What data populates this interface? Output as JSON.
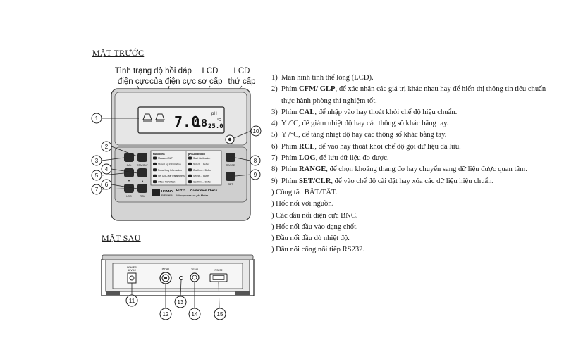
{
  "front": {
    "heading": "MẶT TRƯỚC",
    "labels": {
      "electrode_status": [
        "Tình trạng",
        "điện cực"
      ],
      "electrode_response": [
        "độ hồi đáp",
        "của điện cực"
      ],
      "lcd_primary": [
        "LCD",
        "sơ cấp"
      ],
      "lcd_secondary": [
        "LCD",
        "thứ cấp"
      ]
    },
    "lcd_main": "7.0",
    "lcd_main2": "18",
    "lcd_unit": "pH",
    "lcd_sub": "25.0",
    "lcd_sub_unit": "°C",
    "model": "HI 223",
    "brand": "HANNA",
    "brand_sub": "instruments",
    "title_line1": "Calibration Check",
    "title_line2": "Microprocessor pH Meter",
    "panel_left_head": "Functions",
    "panel_right_head": "pH Calibration",
    "panel_left_items": [
      "Measure/GLP",
      "Store Log Information",
      "Recall Log Information",
      "Set Up/Clear Parameters",
      "Offset TC/Offset"
    ],
    "panel_right_items": [
      "Start Calibration",
      "Select ... Buffer",
      "Confirm ... Buffer",
      "Select ... Buffer",
      "Confirm ... Buffer"
    ],
    "key_labels": [
      "CAL",
      "CFM/GLP",
      "▲",
      "▼",
      "LOG",
      "RCL",
      "RANGE",
      "SET"
    ],
    "callouts": [
      "1",
      "2",
      "3",
      "4",
      "5",
      "6",
      "7",
      "8",
      "9",
      "10"
    ]
  },
  "back": {
    "heading": "MẶT SAU",
    "port_labels": [
      "POWER",
      "12VDC",
      "INPUT",
      "TEMP",
      "RS232"
    ],
    "callouts": [
      "11",
      "12",
      "13",
      "14",
      "15"
    ]
  },
  "list": [
    {
      "n": "1)",
      "parts": [
        {
          "t": "Màn hình tinh thể lỏng (LCD).",
          "b": false
        }
      ]
    },
    {
      "n": "2)",
      "parts": [
        {
          "t": "Phím ",
          "b": false
        },
        {
          "t": "CFM/ GLP",
          "b": true
        },
        {
          "t": ", để xác nhận các giá trị khác nhau hay để hiển thị thông tin tiêu chuẩn thực hành phòng thí nghiệm tốt.",
          "b": false
        }
      ]
    },
    {
      "n": "3)",
      "parts": [
        {
          "t": "Phím ",
          "b": false
        },
        {
          "t": "CAL",
          "b": true
        },
        {
          "t": ", để nhập vào hay thoát khỏi chế độ hiệu chuẩn.",
          "b": false
        }
      ]
    },
    {
      "n": "4)",
      "parts": [
        {
          "t": "Y /°C, để giảm nhiệt độ hay các thông số khác bằng tay.",
          "b": false
        }
      ]
    },
    {
      "n": "5)",
      "parts": [
        {
          "t": "Y /°C, để tăng nhiệt độ hay các thông số khác bằng tay.",
          "b": false
        }
      ]
    },
    {
      "n": "6)",
      "parts": [
        {
          "t": "Phím ",
          "b": false
        },
        {
          "t": "RCL",
          "b": true
        },
        {
          "t": ", để vào hay thoát khỏi chế độ gọi dữ liệu đã lưu.",
          "b": false
        }
      ]
    },
    {
      "n": "7)",
      "parts": [
        {
          "t": "Phím ",
          "b": false
        },
        {
          "t": "LOG",
          "b": true
        },
        {
          "t": ", để lưu dữ liệu đo được.",
          "b": false
        }
      ]
    },
    {
      "n": "8)",
      "parts": [
        {
          "t": "Phím ",
          "b": false
        },
        {
          "t": "RANGE",
          "b": true
        },
        {
          "t": ", để chọn khoảng thang đo hay chuyển sang dữ liệu được quan tâm.",
          "b": false
        }
      ]
    },
    {
      "n": "9)",
      "parts": [
        {
          "t": "Phím ",
          "b": false
        },
        {
          "t": "SET/CLR",
          "b": true
        },
        {
          "t": ", để vào chế độ cài đặt hay xóa các dữ liệu hiệu chuẩn.",
          "b": false
        }
      ]
    }
  ],
  "list_extra": [
    ") Công tắc BẬT/TẮT.",
    ") Hốc nối với nguồn.",
    ") Các đầu nối điện cực BNC.",
    ") Hốc nối đầu vào dạng chốt.",
    ") Đầu nối đầu dò nhiệt độ.",
    ") Đầu nối cổng nối tiếp RS232."
  ]
}
